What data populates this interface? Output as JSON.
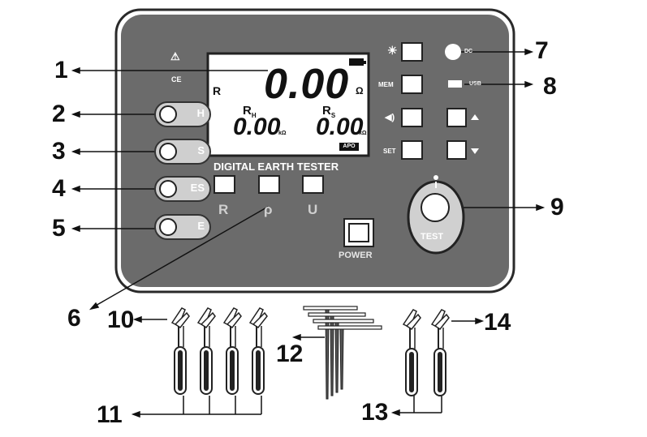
{
  "callouts": [
    "1",
    "2",
    "3",
    "4",
    "5",
    "6",
    "7",
    "8",
    "9",
    "10",
    "11",
    "12",
    "13",
    "14"
  ],
  "lcd": {
    "main_label": "R",
    "main_value": "0.00",
    "main_unit": "Ω",
    "rh_label": "R",
    "rh_sub": "H",
    "rh_value": "0.00",
    "rh_unit": "kΩ",
    "rs_label": "R",
    "rs_sub": "S",
    "rs_value": "0.00",
    "rs_unit": "kΩ",
    "apo": "APO"
  },
  "panel": {
    "title": "DIGITAL EARTH TESTER",
    "terminals": [
      "H",
      "S",
      "ES",
      "E"
    ],
    "mode_labels": [
      "R",
      "ρ",
      "U"
    ],
    "buttons_left": [
      "☀",
      "MEM",
      "◀)",
      "SET"
    ],
    "dc_label": "DC",
    "usb_label": "USB",
    "test_label": "TEST",
    "power_label": "POWER",
    "warning_icon": "⚠",
    "ce_mark": "CE"
  },
  "colors": {
    "panel": "#6b6b6b",
    "outline": "#2a2a2a"
  }
}
